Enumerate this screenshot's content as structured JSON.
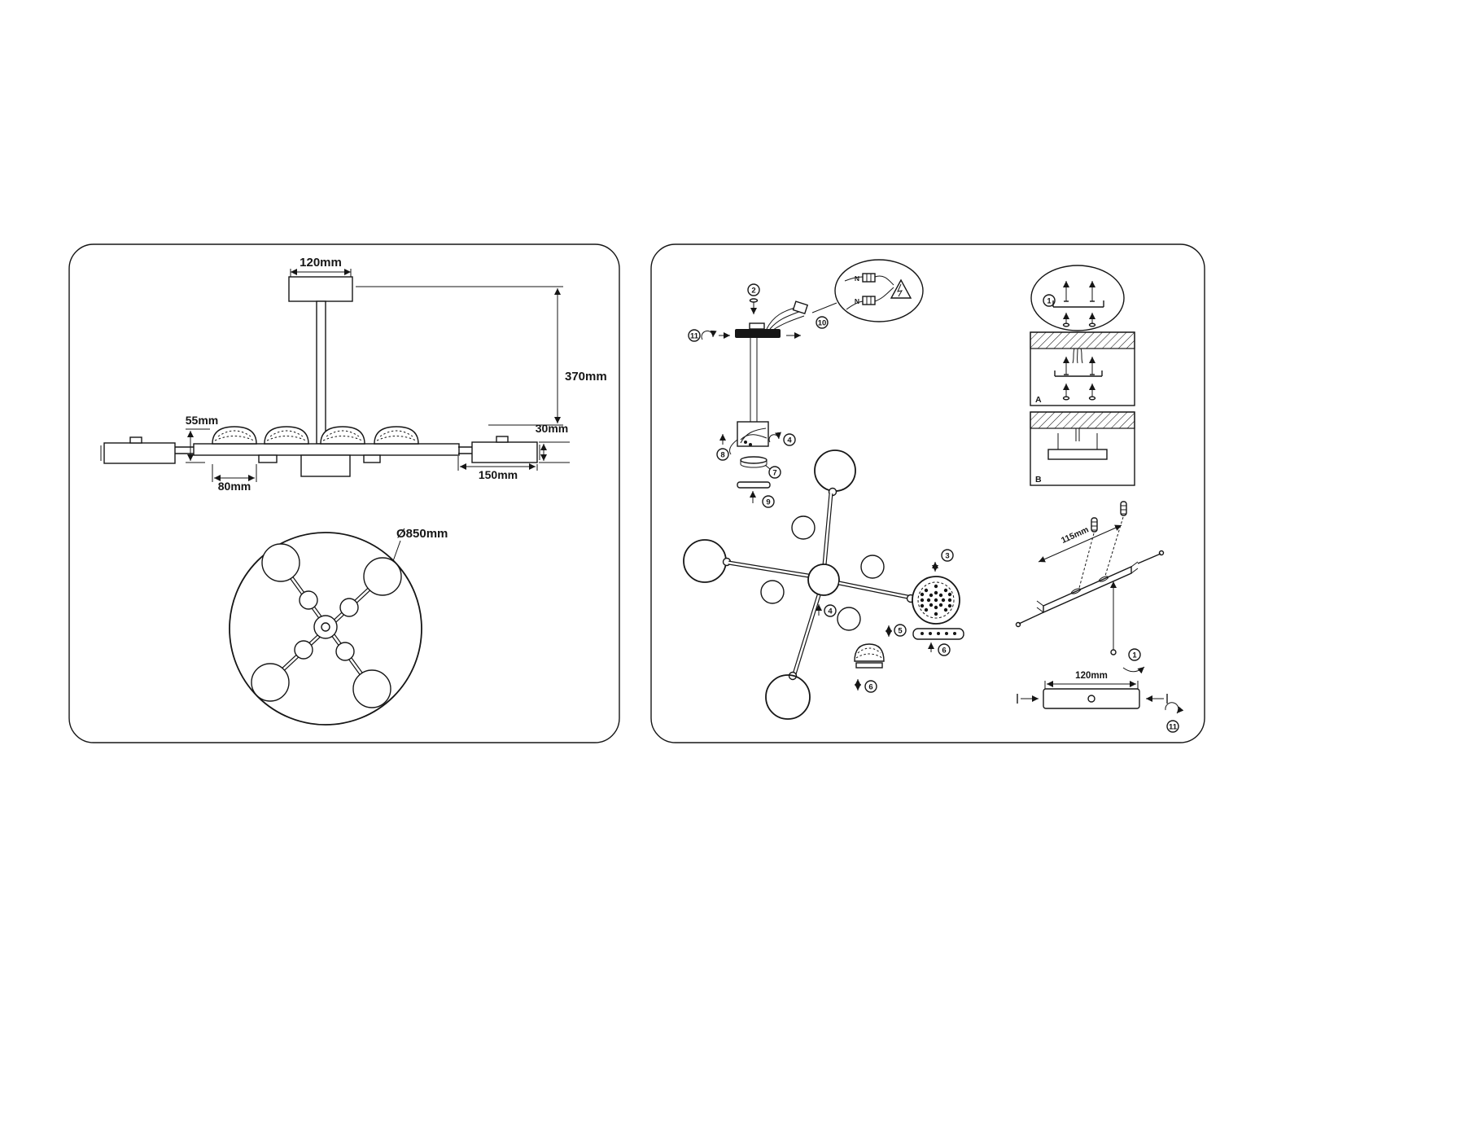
{
  "sheet": {
    "background": "#ffffff",
    "line_color": "#161616",
    "left_panel": {
      "dims": {
        "canopy_width": "120mm",
        "drop_height": "370mm",
        "shade_height": "55mm",
        "arm_height": "30mm",
        "end_arm_length": "150mm",
        "shade_width": "80mm",
        "overall_diameter": "Ø850mm"
      }
    },
    "right_panel": {
      "steps": {
        "s1": "1",
        "s2": "2",
        "s3": "3",
        "s4": "4",
        "s5": "5",
        "s6": "6",
        "s7": "7",
        "s8": "8",
        "s9": "9",
        "s10": "10",
        "s11": "11"
      },
      "wiring": {
        "terminal_top": "N",
        "terminal_bottom": "N"
      },
      "mount_options": {
        "a": "A",
        "b": "B"
      },
      "bracket_length": "115mm",
      "plate_length": "120mm"
    }
  }
}
